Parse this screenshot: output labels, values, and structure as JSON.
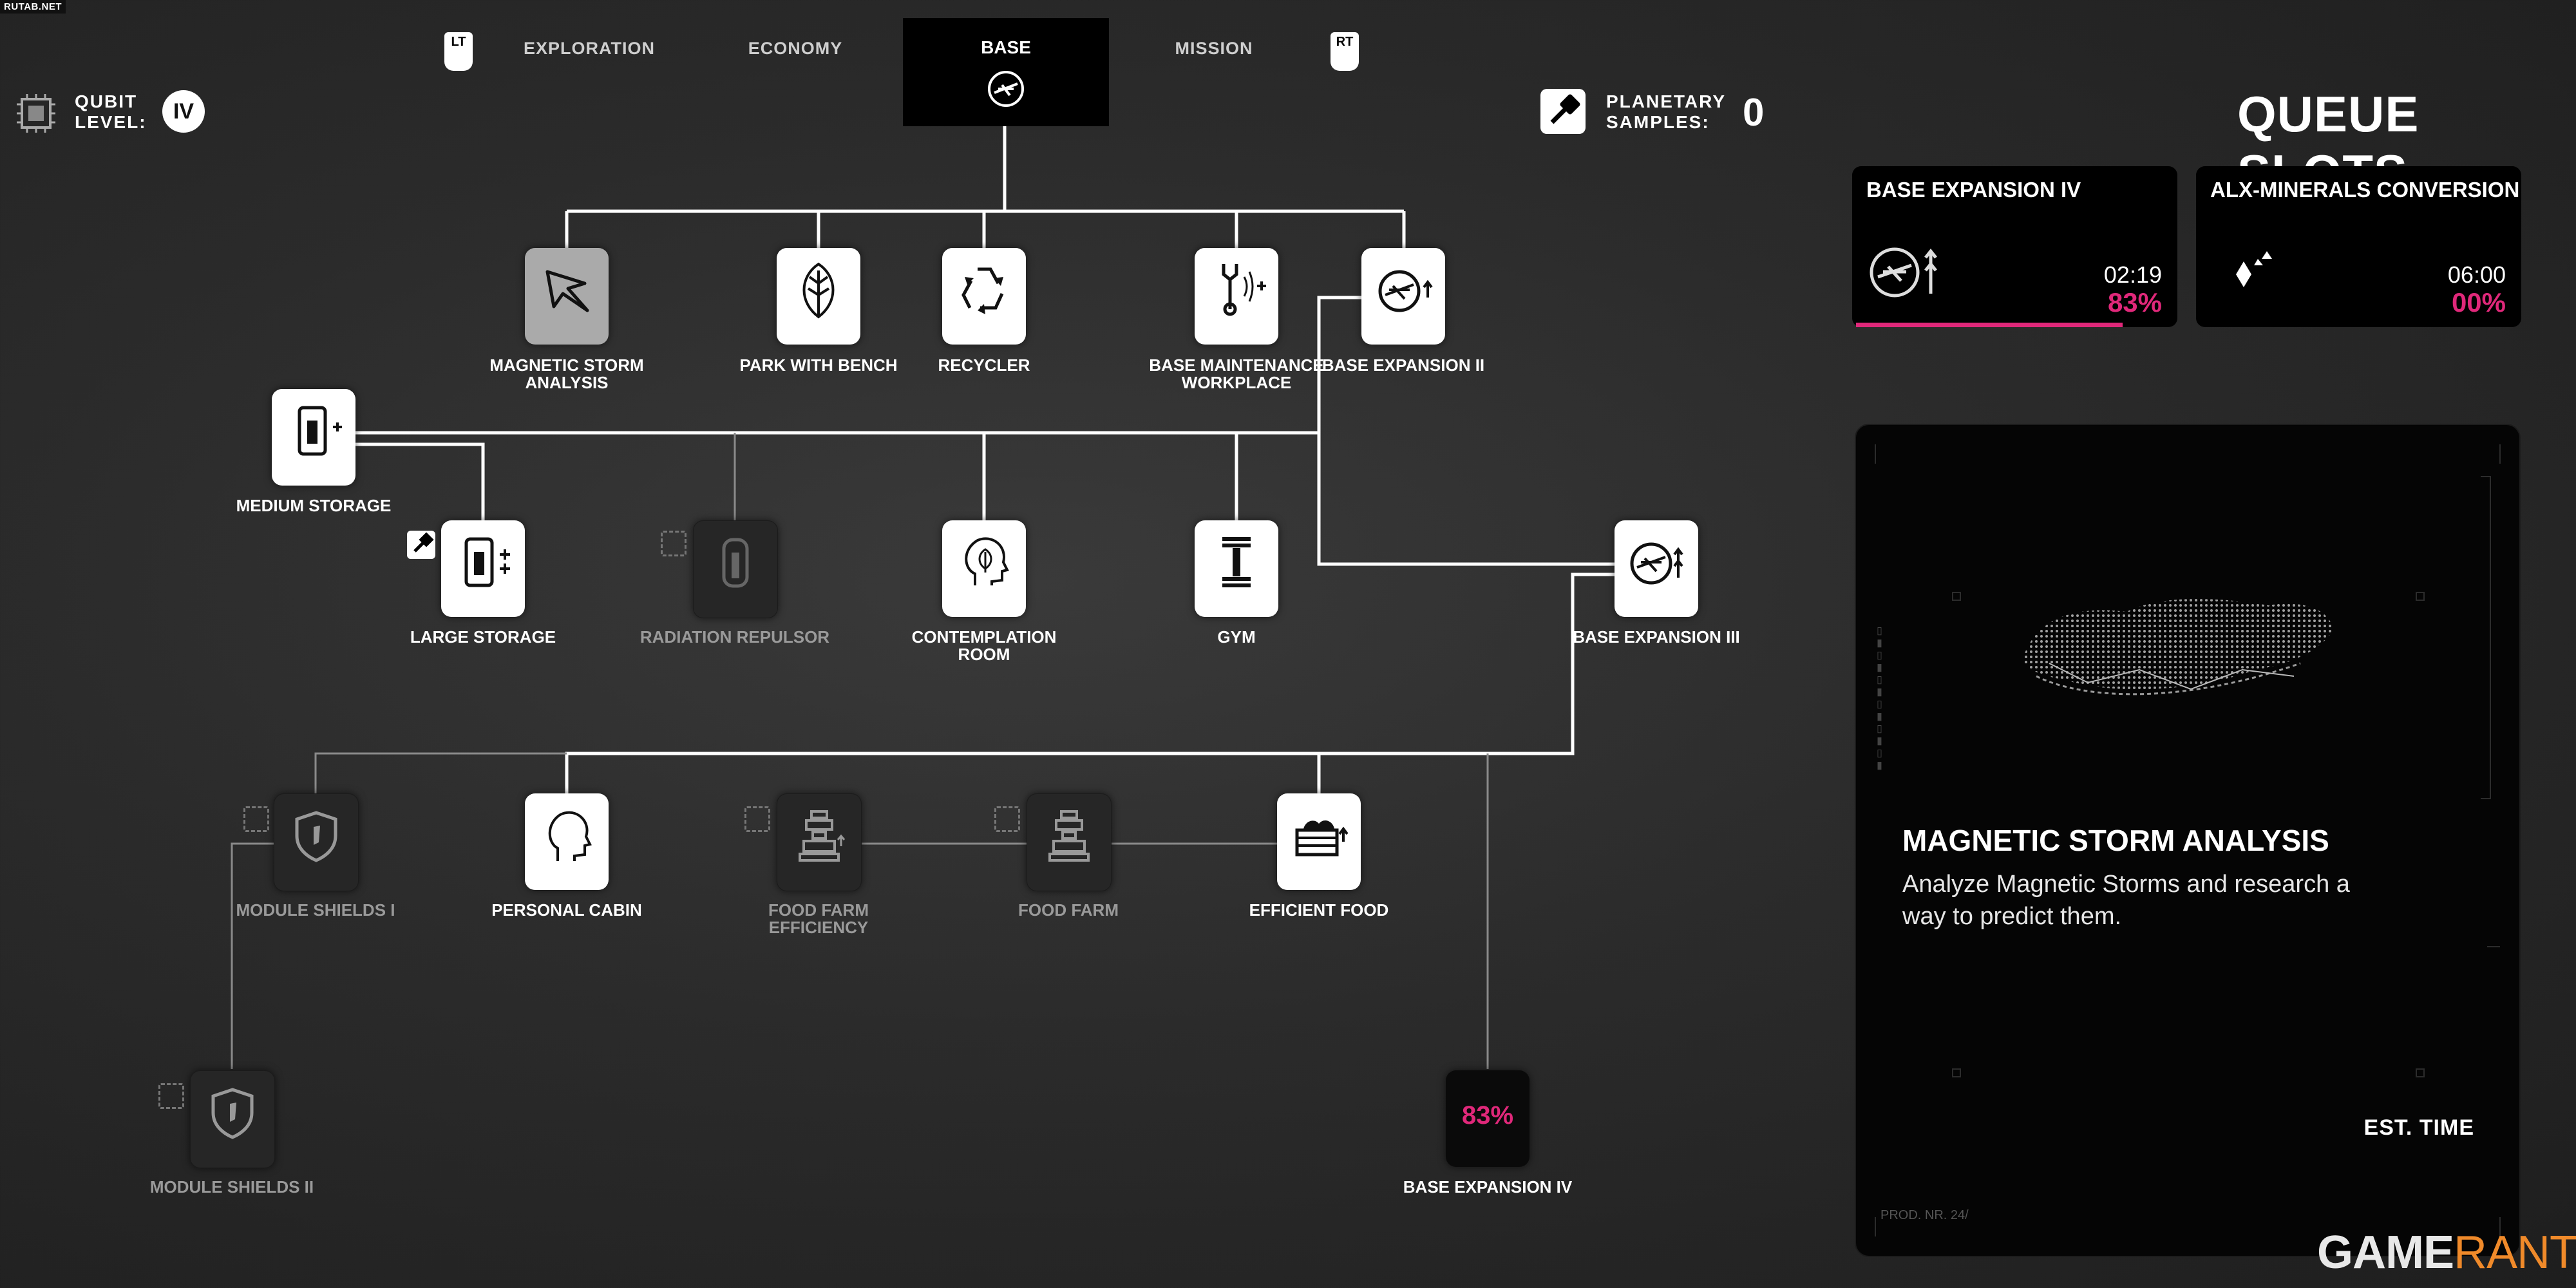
{
  "watermark_tl": "RUTAB.NET",
  "nav": {
    "lt": "LT",
    "rt": "RT",
    "tabs": [
      "EXPLORATION",
      "ECONOMY",
      "BASE",
      "MISSION"
    ],
    "active_tab": "BASE"
  },
  "header": {
    "qubit_label_1": "QUBIT",
    "qubit_label_2": "LEVEL:",
    "qubit_value": "IV",
    "samples_label_1": "PLANETARY",
    "samples_label_2": "SAMPLES:",
    "samples_value": "0"
  },
  "queue": {
    "title": "QUEUE SLOTS",
    "slots": [
      {
        "title": "BASE EXPANSION IV",
        "time": "02:19",
        "percent": "83%",
        "progress": 0.83,
        "icon": "base-expansion-icon"
      },
      {
        "title": "ALX-MINERALS CONVERSION",
        "time": "06:00",
        "percent": "00%",
        "progress": 0.0,
        "icon": "minerals-icon"
      }
    ]
  },
  "tree": {
    "nodes": {
      "magnetic_storm": {
        "label": "MAGNETIC STORM ANALYSIS",
        "icon": "magnetic-storm-icon"
      },
      "park": {
        "label": "PARK WITH BENCH",
        "icon": "leaf-icon"
      },
      "recycler": {
        "label": "RECYCLER",
        "icon": "recycle-icon"
      },
      "maintenance": {
        "label": "BASE MAINTENANCE WORKPLACE",
        "icon": "wrench-icon"
      },
      "expansion2": {
        "label": "BASE EXPANSION II",
        "icon": "base-expansion-icon"
      },
      "medium_storage": {
        "label": "MEDIUM STORAGE",
        "icon": "storage-icon"
      },
      "large_storage": {
        "label": "LARGE STORAGE",
        "icon": "storage-icon"
      },
      "radiation": {
        "label": "RADIATION REPULSOR",
        "icon": "repulsor-icon"
      },
      "contemplation": {
        "label": "CONTEMPLATION ROOM",
        "icon": "head-leaf-icon"
      },
      "gym": {
        "label": "GYM",
        "icon": "dumbbell-icon"
      },
      "expansion3": {
        "label": "BASE EXPANSION III",
        "icon": "base-expansion-icon"
      },
      "shields1": {
        "label": "MODULE SHIELDS I",
        "icon": "shield-icon"
      },
      "cabin": {
        "label": "PERSONAL CABIN",
        "icon": "head-icon"
      },
      "farm_eff": {
        "label": "FOOD FARM EFFICIENCY",
        "icon": "farm-icon"
      },
      "farm": {
        "label": "FOOD FARM",
        "icon": "farm-icon"
      },
      "eff_food": {
        "label": "EFFICIENT FOOD",
        "icon": "crate-icon"
      },
      "shields2": {
        "label": "MODULE SHIELDS II",
        "icon": "shield-icon"
      },
      "expansion4": {
        "label": "BASE EXPANSION IV",
        "percent": "83%"
      }
    }
  },
  "detail": {
    "title": "MAGNETIC STORM ANALYSIS",
    "description": "Analyze Magnetic Storms and research a way to predict them.",
    "est_time_label": "EST. TIME",
    "prod_label": "PROD. NR. 24/"
  },
  "watermark_br": {
    "part1": "GAME",
    "part2": "RANT"
  },
  "colors": {
    "accent": "#e0287a",
    "background": "#2b2b2b",
    "node": "#ffffff"
  }
}
